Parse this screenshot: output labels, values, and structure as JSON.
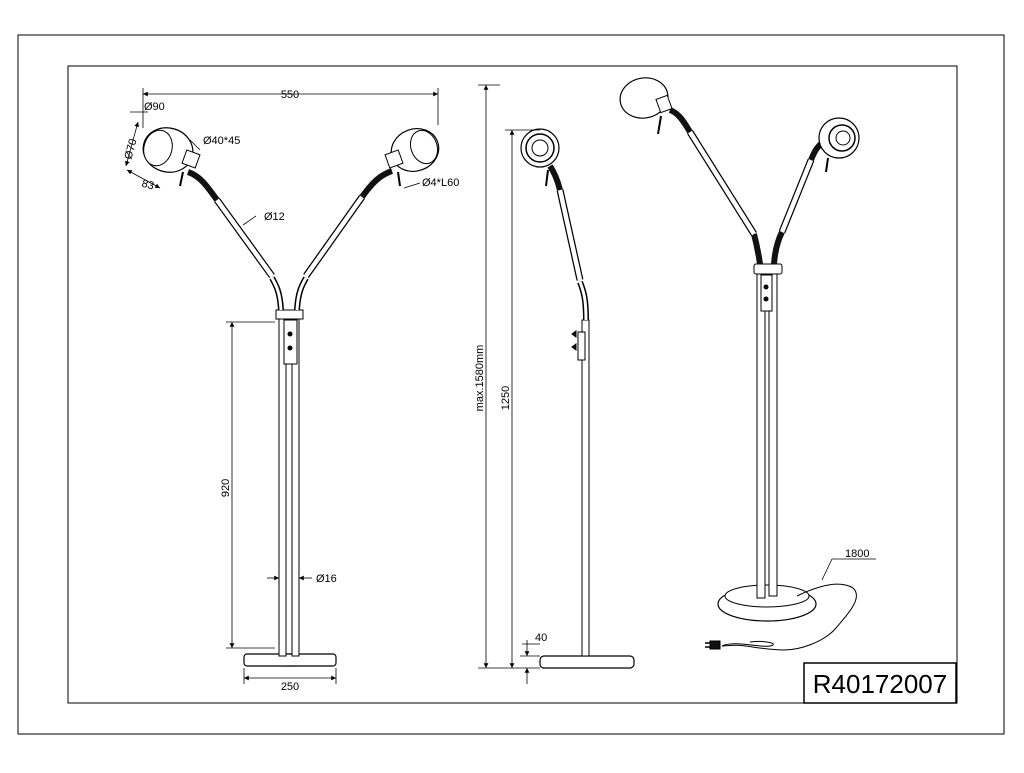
{
  "title_block": {
    "article_number": "R40172007"
  },
  "dimensions": {
    "width_span": "550",
    "shade_diameter": "Ø90",
    "shade_inner_diameter": "Ø70",
    "socket_size": "Ø40*45",
    "shade_depth": "83",
    "switch_size": "Ø4*L60",
    "arm_diameter": "Ø12",
    "column_height": "920",
    "pole_diameter": "Ø16",
    "base_diameter": "250",
    "max_height": "max.1580mm",
    "side_height": "1250",
    "base_height": "40",
    "cable_length": "1800"
  },
  "colors": {
    "line": "#000000",
    "shade_fill": "#ffffff",
    "dark_part": "#1a1a1a"
  }
}
